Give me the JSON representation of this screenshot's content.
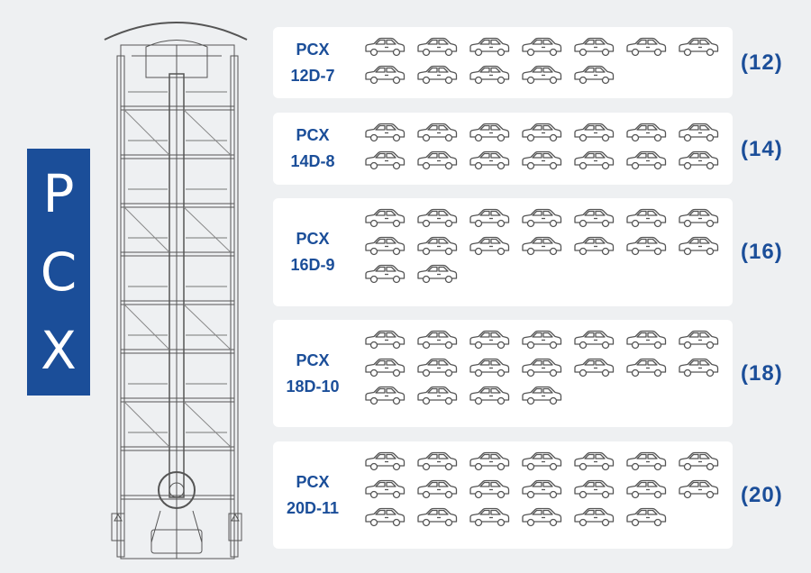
{
  "brand_letters": [
    "P",
    "C",
    "X"
  ],
  "models": [
    {
      "line1": "PCX",
      "line2": "12D-7",
      "cars": 12,
      "count_label": "(12)"
    },
    {
      "line1": "PCX",
      "line2": "14D-8",
      "cars": 14,
      "count_label": "(14)"
    },
    {
      "line1": "PCX",
      "line2": "16D-9",
      "cars": 16,
      "count_label": "(16)"
    },
    {
      "line1": "PCX",
      "line2": "18D-10",
      "cars": 18,
      "count_label": "(18)"
    },
    {
      "line1": "PCX",
      "line2": "20D-11",
      "cars": 20,
      "count_label": "(20)"
    }
  ],
  "colors": {
    "accent": "#1b4e99",
    "panel": "#ffffff",
    "background": "#eef0f2",
    "line": "#555555"
  },
  "icons": {
    "car": "car-icon",
    "tower": "parking-tower-drawing"
  }
}
